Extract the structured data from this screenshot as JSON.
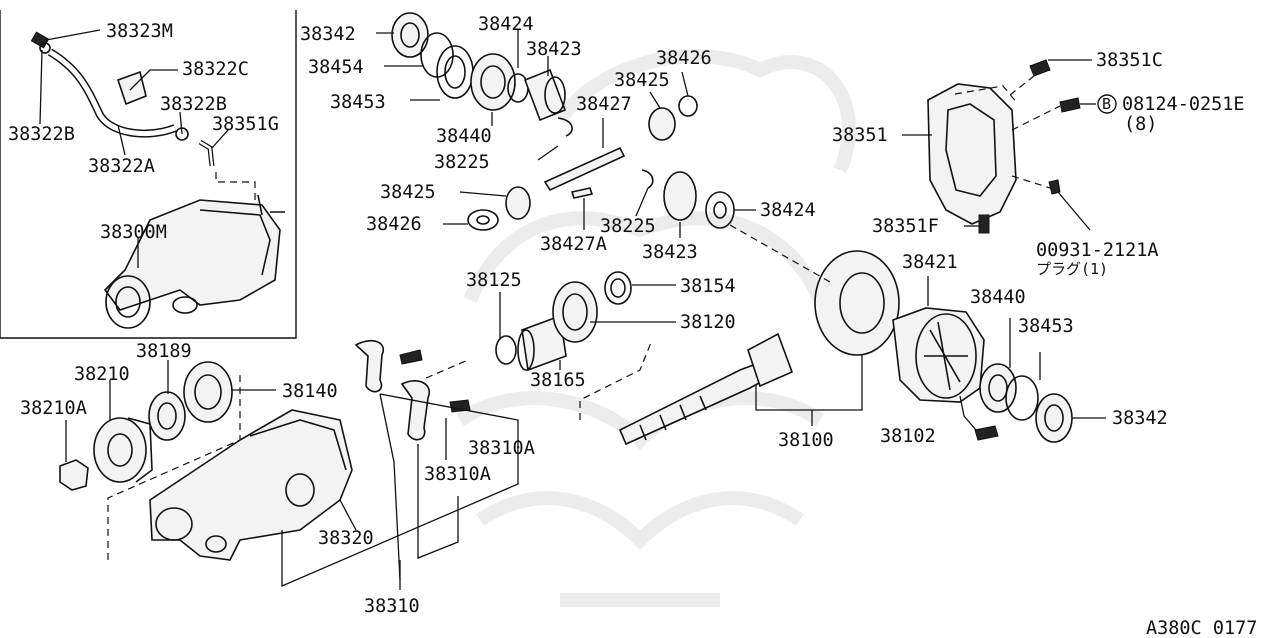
{
  "labels": {
    "p38323M": "38323M",
    "p38322C": "38322C",
    "p38322B_top": "38322B",
    "p38351G": "38351G",
    "p38322B_left": "38322B",
    "p38322A": "38322A",
    "p38300M": "38300M",
    "p38342_top": "38342",
    "p38424_top": "38424",
    "p38423_top": "38423",
    "p38454": "38454",
    "p38426_top": "38426",
    "p38453_top": "38453",
    "p38425_top": "38425",
    "p38427": "38427",
    "p38440_top": "38440",
    "p38225_top": "38225",
    "p38425_mid": "38425",
    "p38426_mid": "38426",
    "p38225_mid": "38225",
    "p38424_mid": "38424",
    "p38427A": "38427A",
    "p38423_mid": "38423",
    "p38351C": "38351C",
    "bolt_code": "08124-0251E",
    "bolt_circle": "B",
    "bolt_qty": "(8)",
    "p38351": "38351",
    "p38351F": "38351F",
    "p00931": "00931-2121A",
    "plug_note": "プラグ(1)",
    "p38125": "38125",
    "p38154": "38154",
    "p38120": "38120",
    "p38165": "38165",
    "p38421": "38421",
    "p38440_right": "38440",
    "p38453_right": "38453",
    "p38342_right": "38342",
    "p38102": "38102",
    "p38100": "38100",
    "p38189": "38189",
    "p38210": "38210",
    "p38140": "38140",
    "p38210A": "38210A",
    "p38310A_top": "38310A",
    "p38310A_bot": "38310A",
    "p38320": "38320",
    "p38310": "38310",
    "diagram_code": "A380C 0177"
  }
}
